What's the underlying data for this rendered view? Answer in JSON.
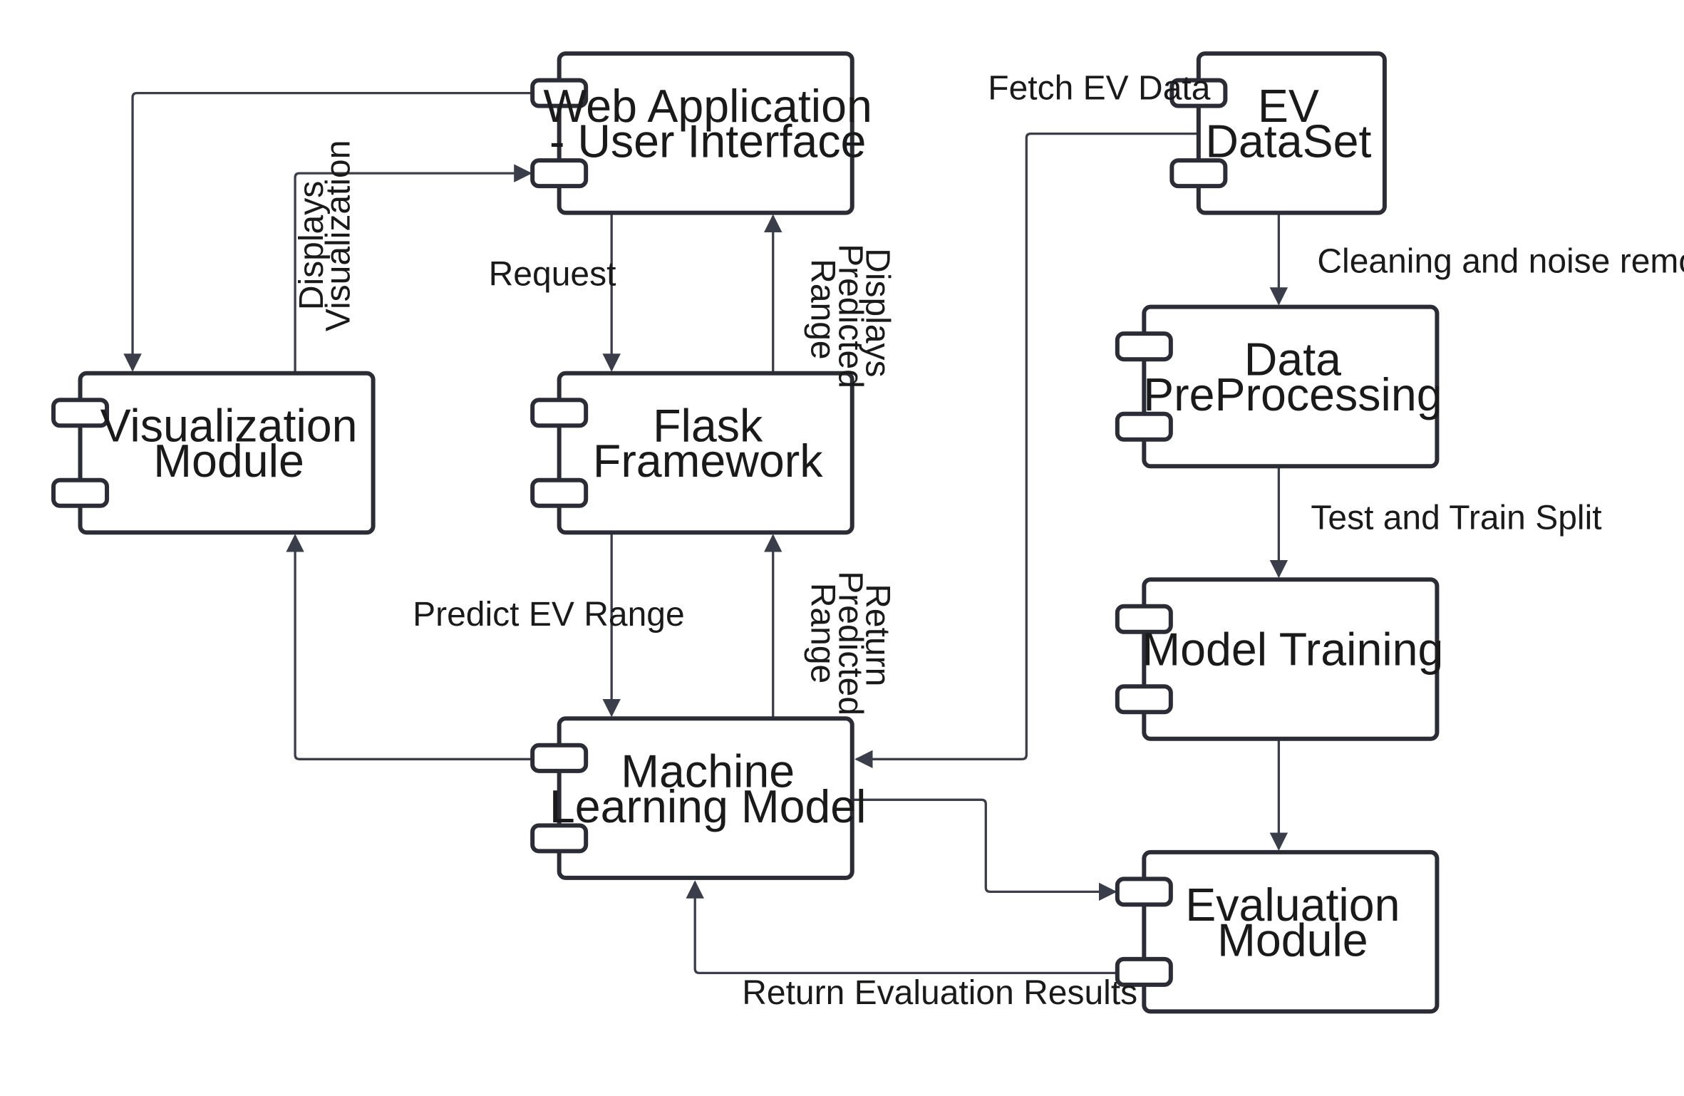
{
  "components": {
    "web_app": {
      "lines": [
        "Web Application",
        "- User Interface"
      ]
    },
    "ev_dataset": {
      "lines": [
        "EV",
        "DataSet"
      ]
    },
    "visualization": {
      "lines": [
        "Visualization",
        "Module"
      ]
    },
    "flask": {
      "lines": [
        "Flask",
        "Framework"
      ]
    },
    "preprocessing": {
      "lines": [
        "Data",
        "PreProcessing"
      ]
    },
    "model_training": {
      "lines": [
        "Model Training"
      ]
    },
    "ml_model": {
      "lines": [
        "Machine",
        "Learning Model"
      ]
    },
    "evaluation": {
      "lines": [
        "Evaluation",
        "Module"
      ]
    }
  },
  "connections": {
    "request": "Request",
    "displays_predicted_range": [
      "Displays",
      "Predicted",
      "Range"
    ],
    "displays_visualization": [
      "Displays",
      "Visualization"
    ],
    "predict_ev_range": "Predict EV Range",
    "return_predicted_range": [
      "Return",
      "Predicted",
      "Range"
    ],
    "fetch_ev_data": "Fetch EV Data",
    "cleaning": "Cleaning and noise removal",
    "test_train_split": "Test and Train Split",
    "return_evaluation_results": "Return Evaluation Results"
  },
  "colors": {
    "stroke": "#2b2d36",
    "connector": "#3a3d4a",
    "background": "#ffffff"
  }
}
